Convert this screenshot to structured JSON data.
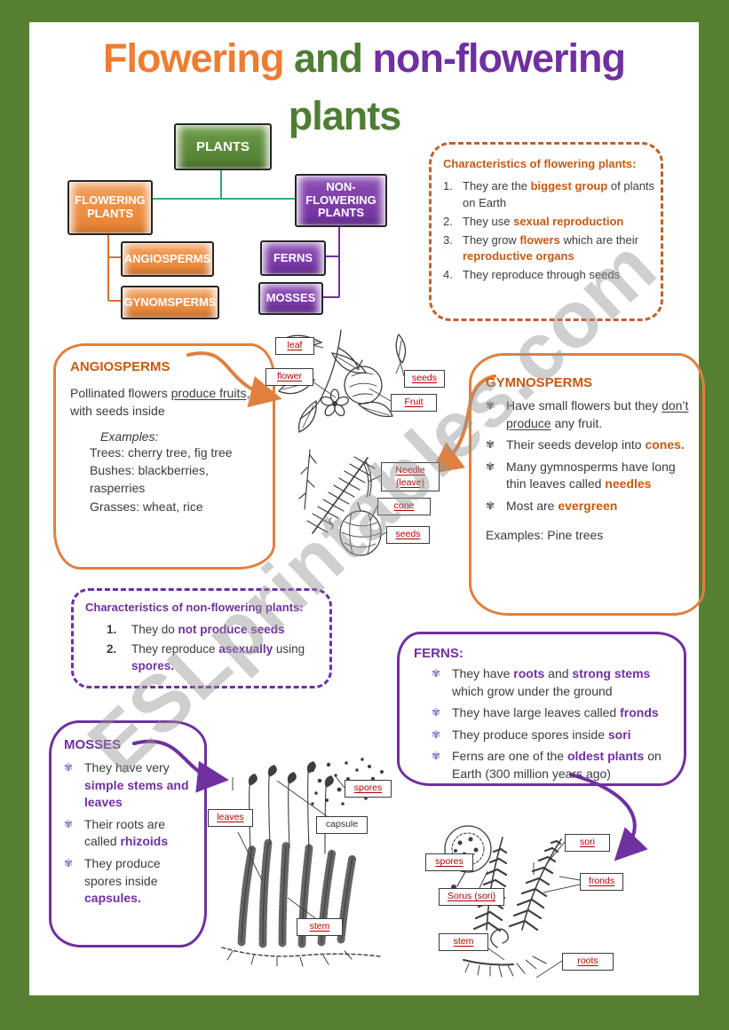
{
  "colors": {
    "frame_green": "#567f31",
    "title_orange": "#ed7d31",
    "title_green": "#4e7e33",
    "title_purple": "#7030a0",
    "emphasis_orange": "#c55a11",
    "emphasis_purple": "#7030a0",
    "tree_line_teal": "#2fae79",
    "tree_line_orange": "#d4722c",
    "label_red": "#b30000"
  },
  "glyphs": {
    "bullet": "✾"
  },
  "watermark": "ESLprintables.com",
  "title": {
    "flowering": "Flowering",
    "and": " and ",
    "nonflowering": "non-flowering",
    "plants": "plants"
  },
  "tree": {
    "plants": "PLANTS",
    "flowering_plants": "FLOWERING\nPLANTS",
    "non_flowering_plants": "NON-\nFLOWERING\nPLANTS",
    "angiosperms": "ANGIOSPERMS",
    "gymnosperms": "GYNOMSPERMS",
    "ferns": "FERNS",
    "mosses": "MOSSES"
  },
  "fchars": {
    "title": "Characteristics of flowering plants:",
    "items": [
      {
        "num": "1.",
        "segs": [
          {
            "t": "They are the "
          },
          {
            "t": "biggest group"
          },
          {
            "t": " of plants on Earth"
          }
        ]
      },
      {
        "num": "2.",
        "segs": [
          {
            "t": "They use "
          },
          {
            "t": "sexual reproduction"
          }
        ]
      },
      {
        "num": "3.",
        "segs": [
          {
            "t": "They grow "
          },
          {
            "t": "flowers"
          },
          {
            "t": " which are their "
          },
          {
            "t": "reproductive organs"
          }
        ]
      },
      {
        "num": "4.",
        "segs": [
          {
            "t": "They reproduce through seeds"
          }
        ]
      }
    ]
  },
  "angio": {
    "title": "ANGIOSPERMS",
    "para": [
      {
        "t": "Pollinated flowers "
      },
      {
        "t": "produce fruits"
      },
      {
        "t": ", with seeds inside"
      }
    ],
    "examples_label": "Examples:",
    "examples": [
      "Trees: cherry tree, fig tree",
      "Bushes: blackberries,",
      "rasperries",
      "Grasses: wheat, rice"
    ]
  },
  "gym": {
    "title": "GYMNOSPERMS",
    "bullets": [
      {
        "segs": [
          {
            "t": "Have small flowers but they "
          },
          {
            "t": "don’t produce"
          },
          {
            "t": " any fruit."
          }
        ]
      },
      {
        "segs": [
          {
            "t": "Their seeds develop into "
          },
          {
            "t": "cones."
          }
        ]
      },
      {
        "segs": [
          {
            "t": "Many gymnosperms have long thin leaves called "
          },
          {
            "t": "needles"
          }
        ]
      },
      {
        "segs": [
          {
            "t": "Most are "
          },
          {
            "t": "evergreen"
          }
        ]
      }
    ],
    "examples": "Examples: Pine trees"
  },
  "nfchars": {
    "title": "Characteristics of non-flowering plants:",
    "items": [
      {
        "num": "1.",
        "segs": [
          {
            "t": "They do "
          },
          {
            "t": "not produce seeds"
          }
        ]
      },
      {
        "num": "2.",
        "segs": [
          {
            "t": "They reproduce "
          },
          {
            "t": "asexually"
          },
          {
            "t": " using "
          },
          {
            "t": "spores."
          }
        ]
      }
    ]
  },
  "ferns": {
    "title": "FERNS:",
    "bullets": [
      {
        "segs": [
          {
            "t": "They have "
          },
          {
            "t": "roots"
          },
          {
            "t": " and "
          },
          {
            "t": "strong stems"
          },
          {
            "t": " which grow under the ground"
          }
        ]
      },
      {
        "segs": [
          {
            "t": "They have large leaves called "
          },
          {
            "t": "fronds"
          }
        ]
      },
      {
        "segs": [
          {
            "t": "They produce spores inside "
          },
          {
            "t": "sori"
          }
        ]
      },
      {
        "segs": [
          {
            "t": "Ferns are one of the "
          },
          {
            "t": "oldest plants"
          },
          {
            "t": " on Earth (300 million years ago)"
          }
        ]
      }
    ]
  },
  "mosses": {
    "title": "MOSSES",
    "bullets": [
      {
        "segs": [
          {
            "t": "They have very "
          },
          {
            "t": "simple stems and leaves"
          }
        ]
      },
      {
        "segs": [
          {
            "t": "Their roots are called "
          },
          {
            "t": "rhizoids"
          }
        ]
      },
      {
        "segs": [
          {
            "t": "They produce spores inside "
          },
          {
            "t": "capsules."
          }
        ]
      }
    ]
  },
  "labels": {
    "angiosperm": {
      "leaf": "leaf",
      "flower": "flower",
      "seeds": "seeds",
      "fruit": "Fruit"
    },
    "conifer": {
      "needle": "Needle\n(leave)",
      "cone": "cone",
      "seeds": "seeds"
    },
    "moss": {
      "spores": "spores",
      "leaves": "leaves",
      "capsule": "capsule",
      "stem": "stem"
    },
    "fern": {
      "sori": "sori",
      "spores": "spores",
      "sorus": "Sorus (sori)",
      "fronds": "fronds",
      "stem": "stem",
      "roots": "roots"
    }
  }
}
